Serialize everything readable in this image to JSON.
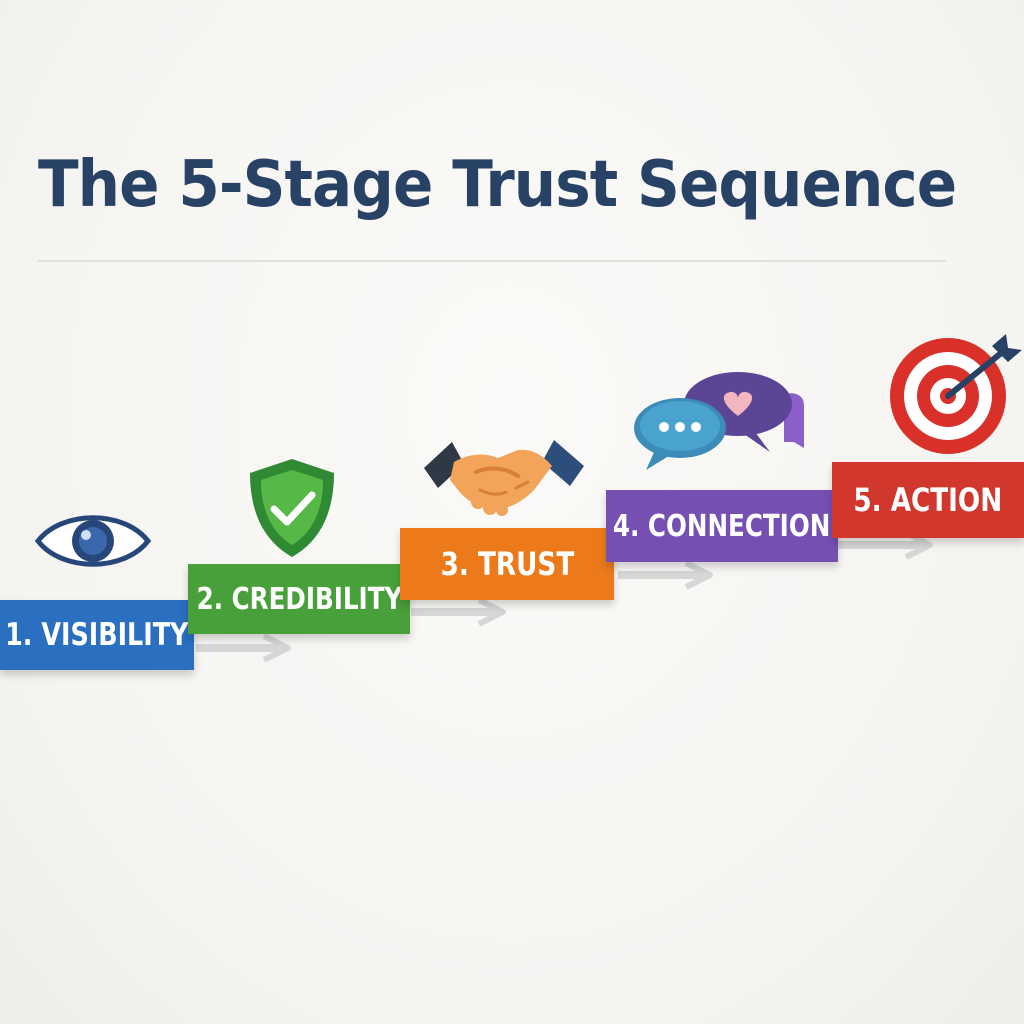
{
  "title": "The 5-Stage Trust Sequence",
  "stages": [
    {
      "label": "1. VISIBILITY",
      "color": "#2a6fc0",
      "icon": "eye-icon"
    },
    {
      "label": "2. CREDIBILITY",
      "color": "#48a03a",
      "icon": "shield-check-icon"
    },
    {
      "label": "3. TRUST",
      "color": "#ec7a1a",
      "icon": "handshake-icon"
    },
    {
      "label": "4. CONNECTION",
      "color": "#7550b2",
      "icon": "chat-bubbles-icon"
    },
    {
      "label": "5. ACTION",
      "color": "#d2372e",
      "icon": "target-arrow-icon"
    }
  ]
}
